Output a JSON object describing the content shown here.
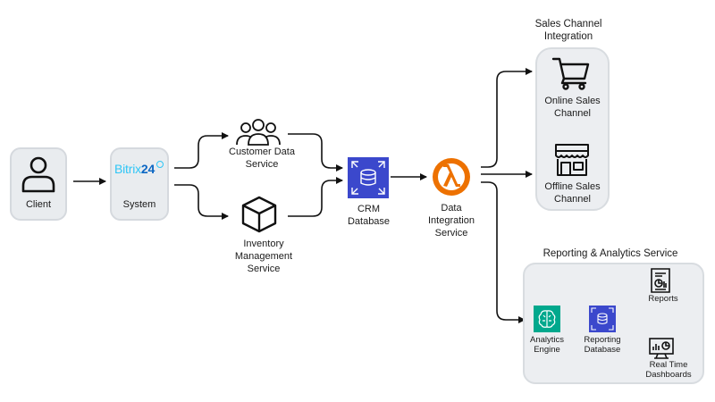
{
  "nodes": {
    "client": "Client",
    "system": "System",
    "bitrix_logo": {
      "part1": "Bitrix",
      "part2": "24"
    },
    "customer_data_service": "Customer Data\nService",
    "inventory_management_service": "Inventory\nManagement\nService",
    "crm_database": "CRM\nDatabase",
    "data_integration_service": "Data\nIntegration\nService",
    "sales_channel_integration": {
      "title": "Sales Channel\nIntegration",
      "online": "Online Sales\nChannel",
      "offline": "Offline Sales\nChannel"
    },
    "reporting_analytics_service": {
      "title": "Reporting & Analytics Service",
      "analytics_engine": "Analytics\nEngine",
      "reporting_database": "Reporting\nDatabase",
      "reports": "Reports",
      "real_time_dashboards": "Real Time\nDashboards"
    }
  },
  "icons": {
    "client": "person-icon",
    "customer_data_service": "group-icon",
    "inventory_management_service": "cube-icon",
    "crm_database": "database-icon",
    "data_integration_service": "lambda-icon",
    "online": "cart-icon",
    "offline": "storefront-icon",
    "analytics_engine": "brain-chip-icon",
    "reporting_database": "database-icon",
    "reports": "report-icon",
    "real_time_dashboards": "dashboard-icon"
  },
  "colors": {
    "database": "#3b48cc",
    "lambda": "#ed7100",
    "analytics": "#01a88d",
    "bitrix_light": "#2fc6f6",
    "bitrix_dark": "#0b66c3"
  }
}
